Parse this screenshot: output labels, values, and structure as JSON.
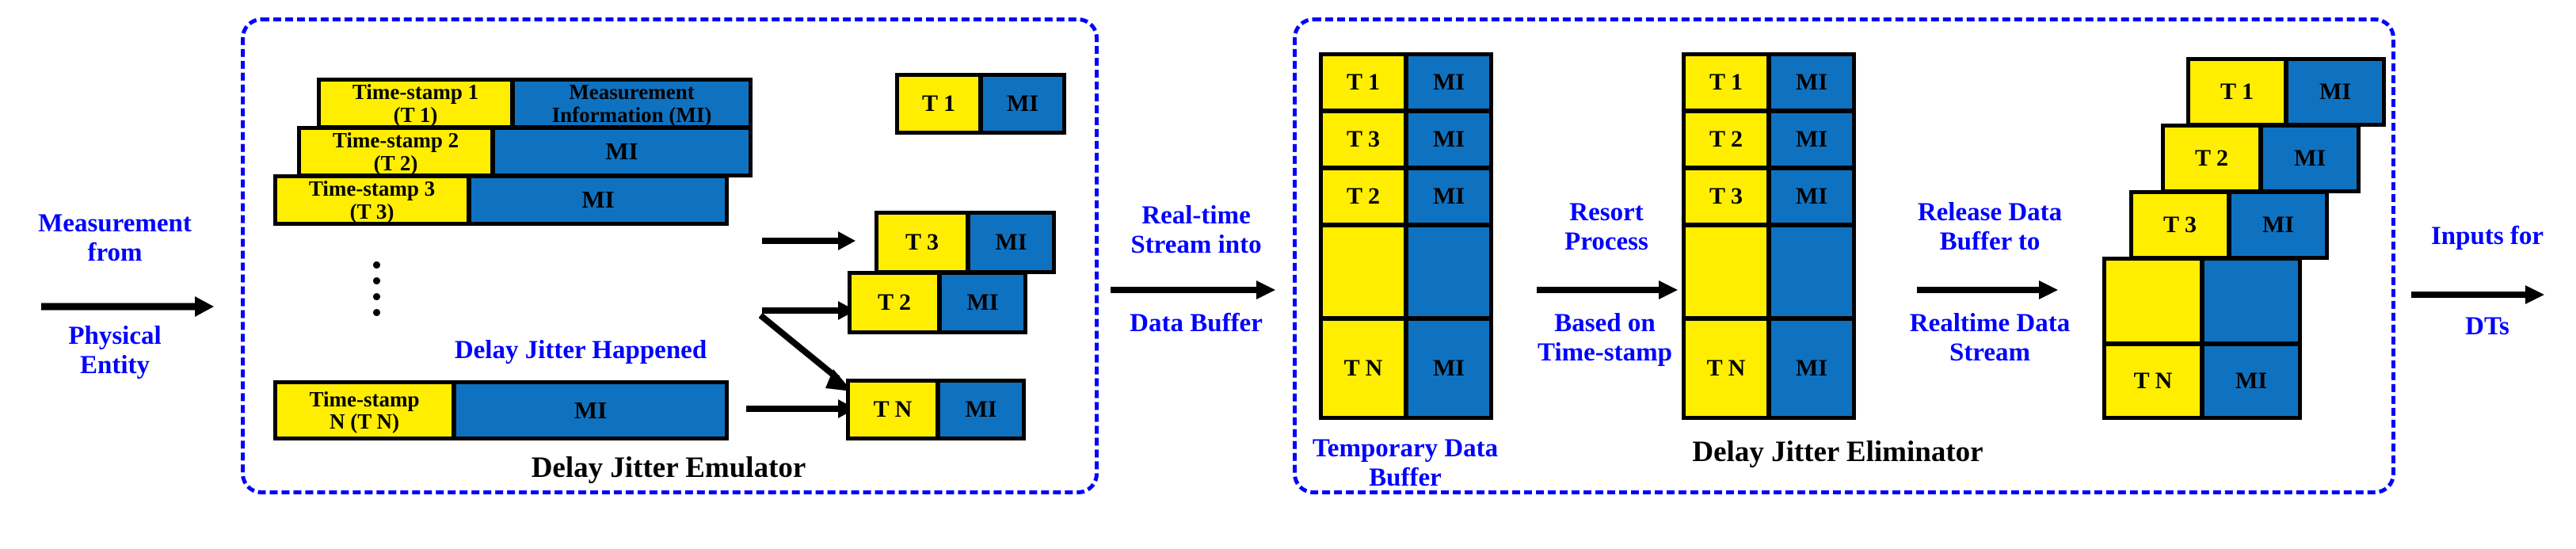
{
  "diagram": {
    "title": "Delay Jitter Emulator and Eliminator pipeline",
    "colors": {
      "timestamp_fill": "#ffee00",
      "mi_fill": "#0f72c0",
      "panel_border": "#0000ff",
      "caption_blue": "#0000ff",
      "block_border": "#000000"
    }
  },
  "left_flow": {
    "input_label_top": "Measurement\nfrom",
    "input_label_bottom": "Physical\nEntity"
  },
  "emulator": {
    "panel_label": "Delay Jitter Emulator",
    "jitter_note": "Delay Jitter Happened",
    "rows": [
      {
        "ts": "Time-stamp 1\n(T 1)",
        "mi": "Measurement\nInformation (MI)"
      },
      {
        "ts": "Time-stamp 2\n(T 2)",
        "mi": "MI"
      },
      {
        "ts": "Time-stamp 3\n(T 3)",
        "mi": "MI"
      },
      {
        "ts": "Time-stamp\nN  (T N)",
        "mi": "MI"
      }
    ],
    "ellipsis": "⋮",
    "output_packets": [
      {
        "ts": "T 1",
        "mi": "MI"
      },
      {
        "ts": "T 3",
        "mi": "MI"
      },
      {
        "ts": "T 2",
        "mi": "MI"
      },
      {
        "ts": "T N",
        "mi": "MI"
      }
    ]
  },
  "connector_1": {
    "label_top": "Real-time\nStream into",
    "label_bottom": "Data Buffer"
  },
  "eliminator": {
    "panel_label": "Delay Jitter Eliminator",
    "buffer_label": "Temporary Data\nBuffer",
    "resort_label_top": "Resort\nProcess",
    "resort_label_bottom": "Based on\nTime-stamp",
    "release_label_top": "Release Data\nBuffer to",
    "release_label_bottom": "Realtime Data\nStream",
    "buffer_column": [
      {
        "ts": "T 1",
        "mi": "MI"
      },
      {
        "ts": "T 3",
        "mi": "MI"
      },
      {
        "ts": "T 2",
        "mi": "MI"
      },
      {
        "ts": "",
        "mi": ""
      },
      {
        "ts": "T N",
        "mi": "MI"
      }
    ],
    "sorted_column": [
      {
        "ts": "T 1",
        "mi": "MI"
      },
      {
        "ts": "T 2",
        "mi": "MI"
      },
      {
        "ts": "T 3",
        "mi": "MI"
      },
      {
        "ts": "",
        "mi": ""
      },
      {
        "ts": "T N",
        "mi": "MI"
      }
    ],
    "released_stream": [
      {
        "ts": "T 1",
        "mi": "MI"
      },
      {
        "ts": "T 2",
        "mi": "MI"
      },
      {
        "ts": "T 3",
        "mi": "MI"
      },
      {
        "ts": "",
        "mi": ""
      },
      {
        "ts": "T N",
        "mi": "MI"
      }
    ]
  },
  "output_flow": {
    "label_top": "Inputs for",
    "label_bottom": "DTs"
  }
}
